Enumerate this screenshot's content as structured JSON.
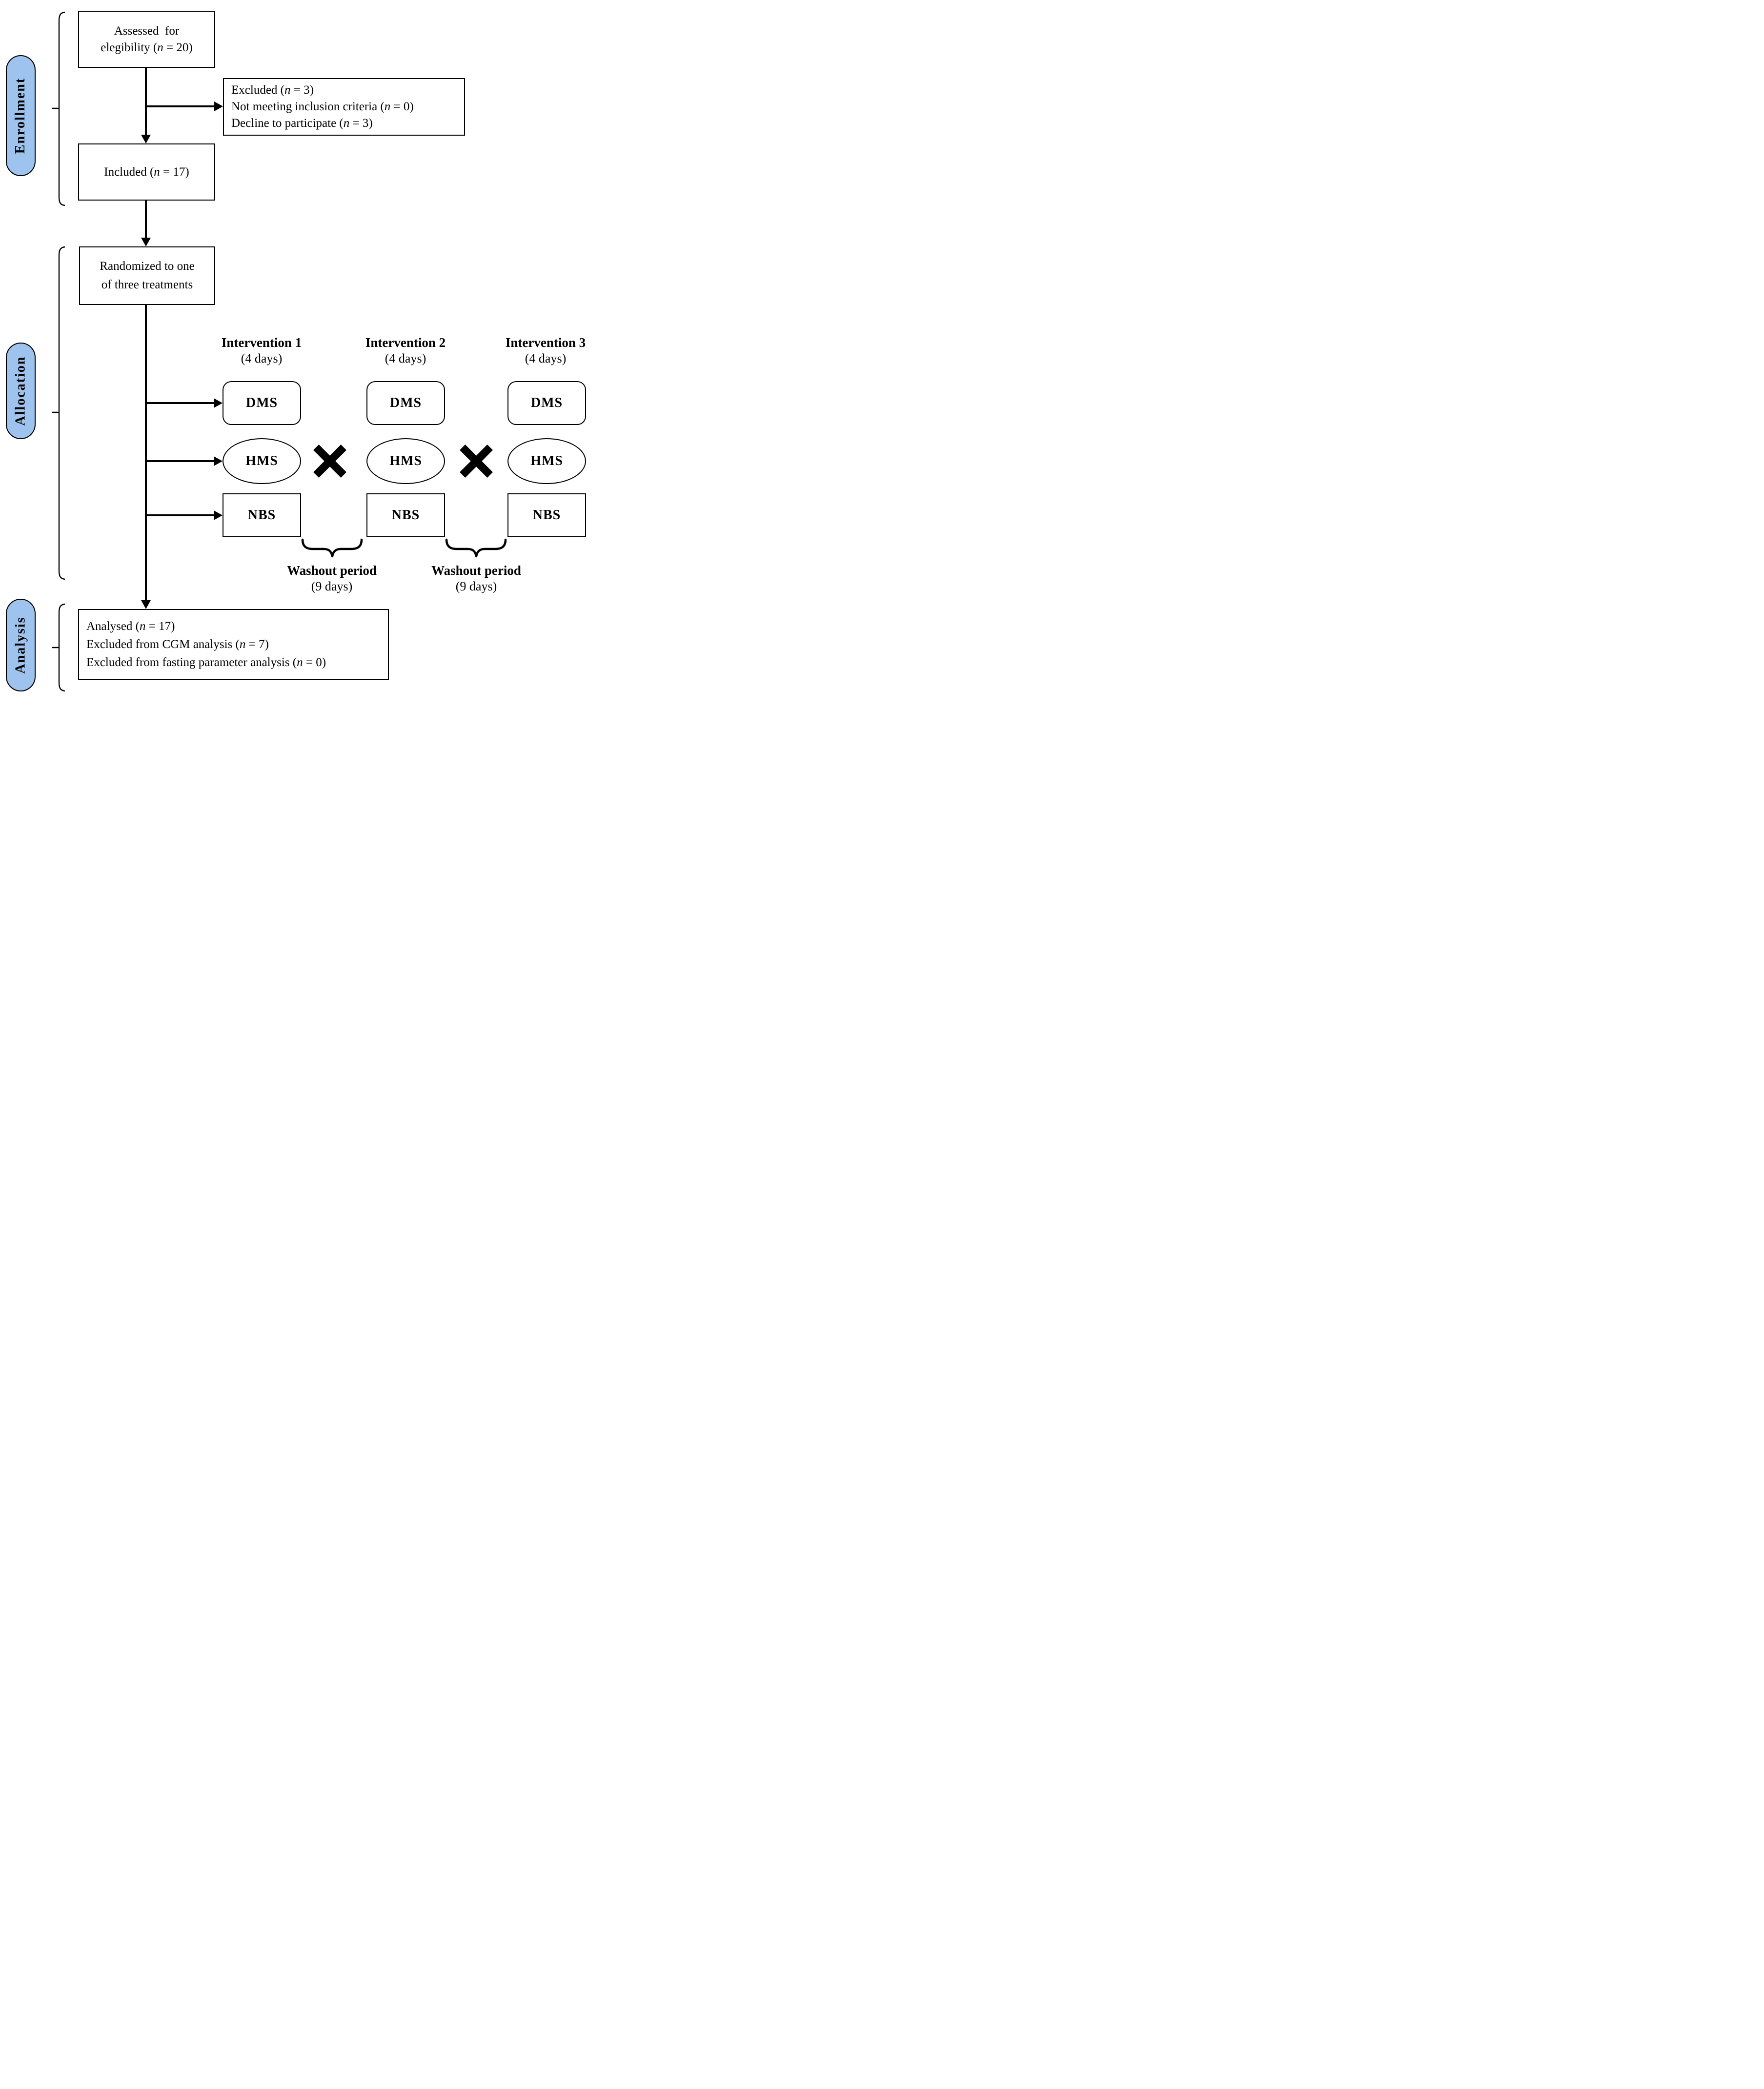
{
  "figure": {
    "type": "consort-crossover-flow-diagram"
  },
  "sections": {
    "enrollment": {
      "label": "Enrollment"
    },
    "allocation": {
      "label": "Allocation"
    },
    "analysis": {
      "label": "Analysis"
    }
  },
  "boxes": {
    "assessed": {
      "line1": "Assessed  for",
      "line2": "elegibility (*n* = 20)"
    },
    "excluded": {
      "line1": "Excluded (*n* = 3)",
      "line2": "Not meeting inclusion criteria (*n* = 0)",
      "line3": "Decline to participate (*n* = 3)"
    },
    "included": {
      "line1": "Included (*n* = 17)"
    },
    "randomized": {
      "line1": "Randomized to one",
      "line2": "of three treatments"
    },
    "analysed": {
      "line1": "Analysed (*n* = 17)",
      "line2": "Excluded from CGM analysis (*n* = 7)",
      "line3": "Excluded from fasting parameter analysis (*n* = 0)"
    }
  },
  "interventions": [
    {
      "title": "Intervention 1",
      "duration": "(4 days)",
      "treatments": {
        "dms": "DMS",
        "hms": "HMS",
        "nbs": "NBS"
      }
    },
    {
      "title": "Intervention 2",
      "duration": "(4 days)",
      "treatments": {
        "dms": "DMS",
        "hms": "HMS",
        "nbs": "NBS"
      }
    },
    {
      "title": "Intervention 3",
      "duration": "(4 days)",
      "treatments": {
        "dms": "DMS",
        "hms": "HMS",
        "nbs": "NBS"
      }
    }
  ],
  "washouts": [
    {
      "label": "Washout period",
      "duration": "(9 days)"
    },
    {
      "label": "Washout period",
      "duration": "(9 days)"
    }
  ],
  "colors": {
    "section_label_fill": "#9DC3EE",
    "section_label_border": "#000000",
    "line_color": "#000000",
    "box_fill": "#FFFFFF"
  }
}
